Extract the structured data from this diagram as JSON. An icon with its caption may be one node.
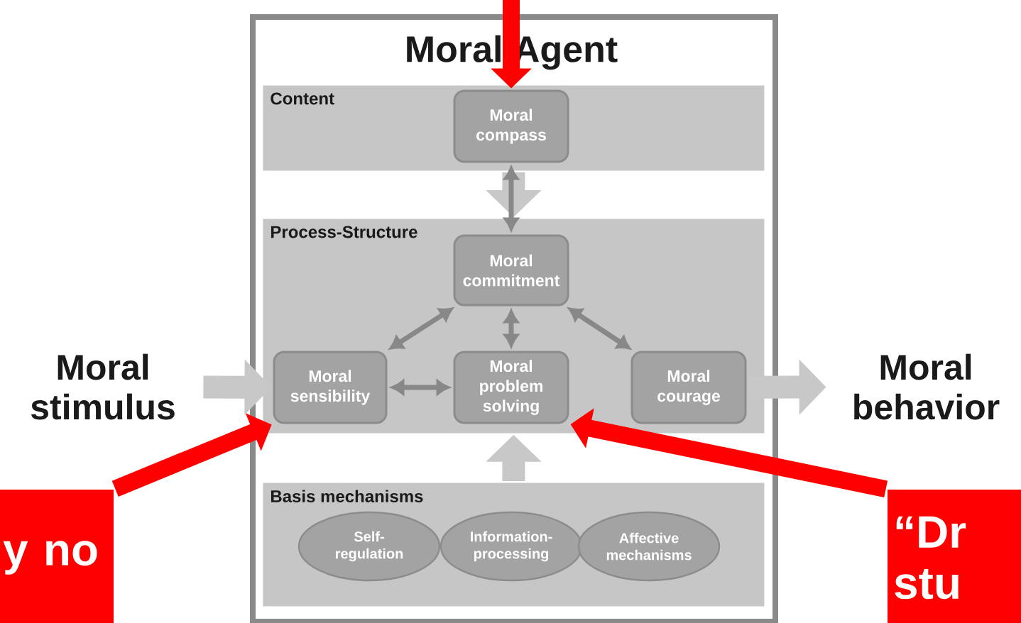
{
  "diagram": {
    "nodes": [
      {
        "text": [
          "Moral Agent"
        ]
      },
      {
        "text": [
          "Content"
        ],
        "in": 0
      },
      {
        "text": [
          "Moral compass"
        ],
        "in": 1
      },
      {
        "text": [
          "Process-Structure"
        ],
        "in": 0
      },
      {
        "text": [
          "Moral commitment"
        ],
        "in": 3
      },
      {
        "text": [
          "Moral sensibility"
        ],
        "in": 3
      },
      {
        "text": [
          "Moral problem solving"
        ],
        "in": 3
      },
      {
        "text": [
          "Moral courage"
        ],
        "in": 3
      },
      {
        "text": [
          "Basis mechanisms"
        ],
        "in": 0
      },
      {
        "text": [
          "Self-regulation"
        ],
        "in": 8
      },
      {
        "text": [
          "Information-processing"
        ],
        "in": 8
      },
      {
        "text": [
          "Affective mechanisms"
        ],
        "in": 8
      },
      {
        "text": [
          "Moral stimulus"
        ]
      },
      {
        "text": [
          "Moral behavior"
        ]
      },
      {
        "text": [
          "y no"
        ]
      },
      {
        "text": [
          "“Dr stu"
        ]
      }
    ],
    "edges": [
      {
        "from": 1,
        "to": 3,
        "arrow": "to",
        "color": "#c8c8c8"
      },
      {
        "from": 2,
        "to": 4,
        "arrow": "both"
      },
      {
        "from": 4,
        "to": 5,
        "arrow": "both"
      },
      {
        "from": 4,
        "to": 6,
        "arrow": "both"
      },
      {
        "from": 4,
        "to": 7,
        "arrow": "both"
      },
      {
        "from": 5,
        "to": 6,
        "arrow": "both"
      },
      {
        "from": 12,
        "to": 5,
        "arrow": "to",
        "color": "#c8c8c8"
      },
      {
        "from": 7,
        "to": 13,
        "arrow": "to",
        "color": "#c8c8c8"
      },
      {
        "from": 8,
        "to": 3,
        "arrow": "to",
        "color": "#c8c8c8"
      },
      {
        "from": null,
        "to": 2,
        "arrow": "to",
        "color": "#ff0000"
      },
      {
        "from": 14,
        "to": 5,
        "arrow": "to",
        "color": "#ff0000"
      },
      {
        "from": 15,
        "to": 6,
        "arrow": "to",
        "color": "#ff0000"
      }
    ]
  }
}
